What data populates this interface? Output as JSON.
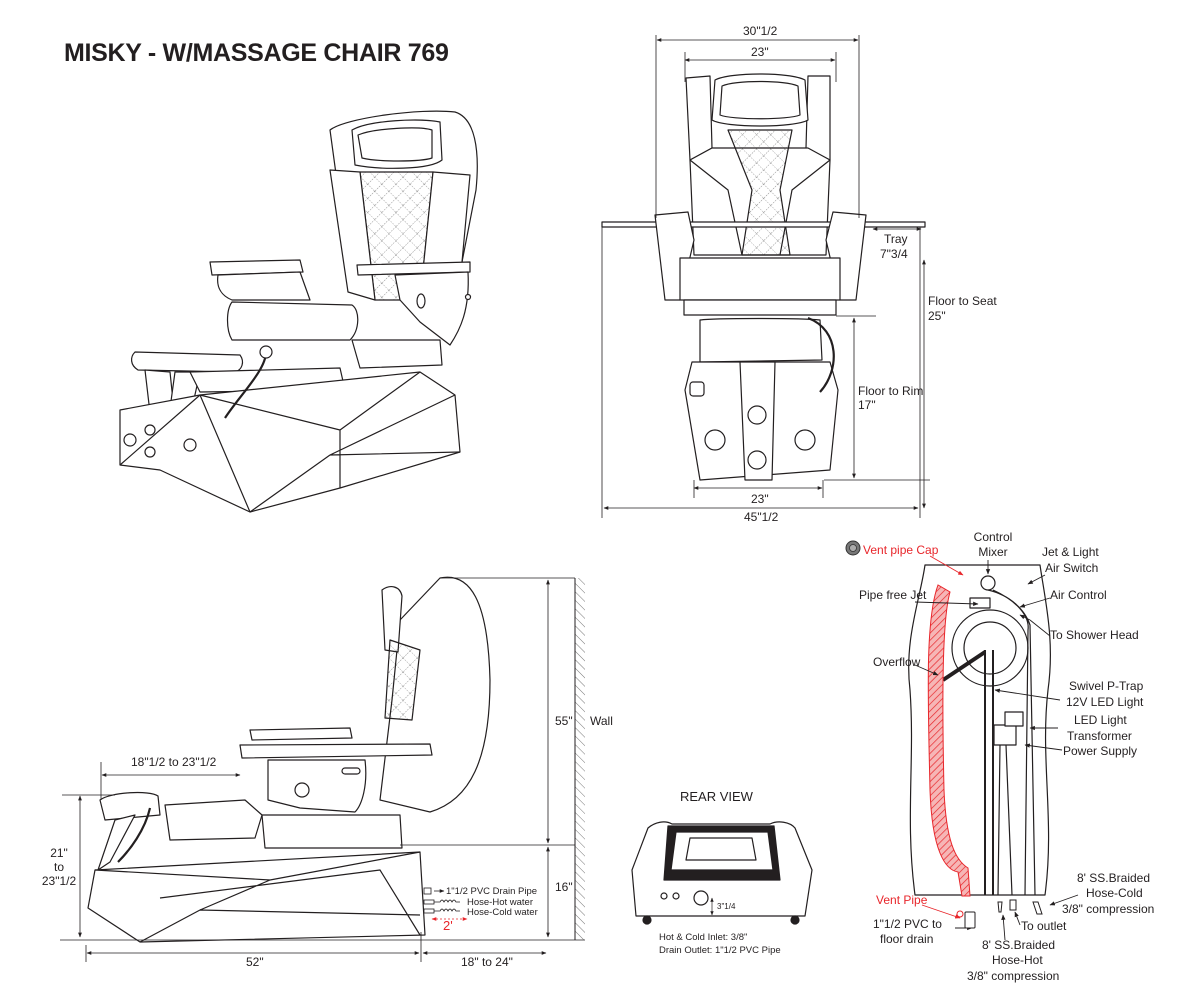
{
  "title": "MISKY - W/MASSAGE CHAIR 769",
  "colors": {
    "line": "#231f20",
    "accent_red": "#e8262b",
    "vent_pipe_fill": "#f4a3a3",
    "dimension": "#444444"
  },
  "front_view": {
    "overall_width": "30\"1/2",
    "back_width": "23\"",
    "tray_label": "Tray",
    "tray_value": "7\"3/4",
    "floor_to_seat_label": "Floor to Seat",
    "floor_to_seat_value": "25\"",
    "floor_to_rim_label": "Floor to Rim",
    "floor_to_rim_value": "17\"",
    "base_width": "23\"",
    "total_width": "45\"1/2"
  },
  "side_view": {
    "footrest_range": "18\"1/2 to 23\"1/2",
    "footrest_height_line1": "21\"",
    "footrest_height_line2": "to",
    "footrest_height_line3": "23\"1/2",
    "overall_length": "52\"",
    "wall_clearance": "18\" to 24\"",
    "height_upper": "55\"",
    "height_lower": "16\"",
    "wall_label": "Wall",
    "drain_pipe": "1\"1/2 PVC Drain Pipe",
    "hose_hot": "Hose-Hot water",
    "hose_cold": "Hose-Cold water",
    "hose_length": "2'"
  },
  "rear_view": {
    "title": "REAR VIEW",
    "inlet_height": "3\"1/4",
    "note_line1": "Hot & Cold Inlet: 3/8\"",
    "note_line2": "Drain Outlet: 1\"1/2 PVC Pipe"
  },
  "plumbing_view": {
    "vent_pipe_cap": "Vent pipe Cap",
    "control_mixer_line1": "Control",
    "control_mixer_line2": "Mixer",
    "jet_light_line1": "Jet & Light",
    "jet_light_line2": "Air Switch",
    "pipe_free_jet": "Pipe free Jet",
    "air_control": "Air Control",
    "to_shower_head": "To Shower Head",
    "overflow": "Overflow",
    "swivel_ptrap": "Swivel P-Trap",
    "led_light_12v": "12V LED Light",
    "led_transformer_line1": "LED Light",
    "led_transformer_line2": "Transformer",
    "power_supply": "Power Supply",
    "cold_hose_line1": "8' SS.Braided",
    "cold_hose_line2": "Hose-Cold",
    "cold_hose_line3": "3/8\" compression",
    "vent_pipe": "Vent Pipe",
    "pvc_drain_line1": "1\"1/2 PVC to",
    "pvc_drain_line2": "floor drain",
    "to_outlet": "To outlet",
    "hot_hose_line1": "8' SS.Braided",
    "hot_hose_line2": "Hose-Hot",
    "hot_hose_line3": "3/8\" compression"
  }
}
